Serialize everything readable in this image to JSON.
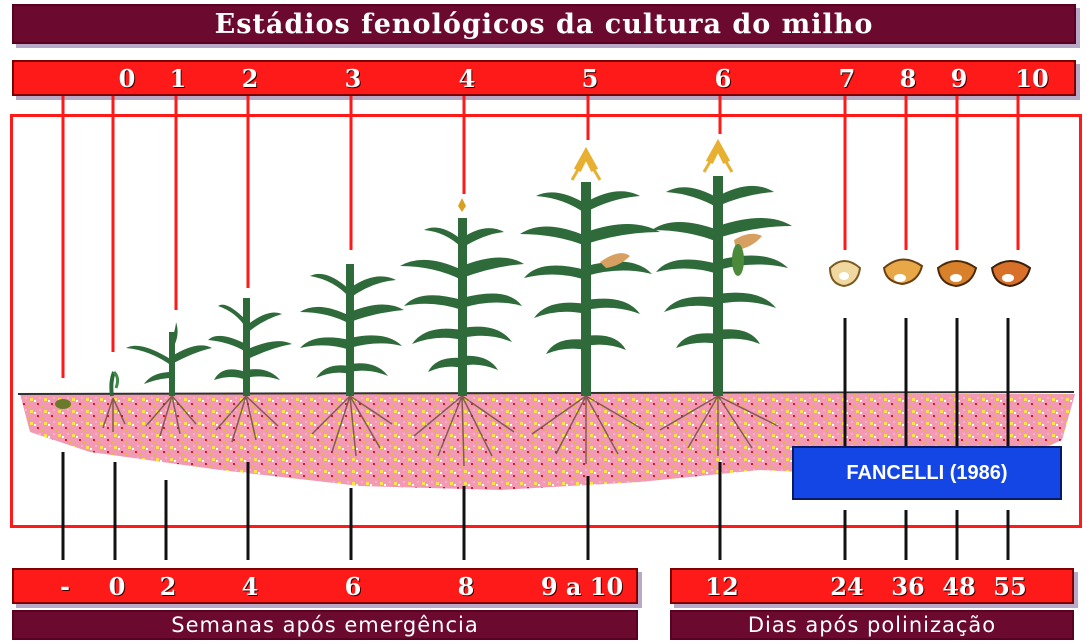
{
  "title": "Estádios fenológicos da cultura do milho",
  "stages": [
    {
      "label": "0"
    },
    {
      "label": "1"
    },
    {
      "label": "2"
    },
    {
      "label": "3"
    },
    {
      "label": "4"
    },
    {
      "label": "5"
    },
    {
      "label": "6"
    },
    {
      "label": "7"
    },
    {
      "label": "8"
    },
    {
      "label": "9"
    },
    {
      "label": "10"
    }
  ],
  "weeks": {
    "values": [
      "-",
      "0",
      "2",
      "4",
      "6",
      "8",
      "9 a 10"
    ],
    "label": "Semanas após emergência"
  },
  "days": {
    "values": [
      "12",
      "24",
      "36",
      "48",
      "55"
    ],
    "label": "Dias após polinização"
  },
  "credit": "FANCELLI (1986)",
  "colors": {
    "title_bg": "#6b0a2e",
    "stage_bar": "#ff1a1a",
    "credit_bg": "#1446e6",
    "leaf": "#2f6b3a",
    "soil": "#f08aa8"
  }
}
